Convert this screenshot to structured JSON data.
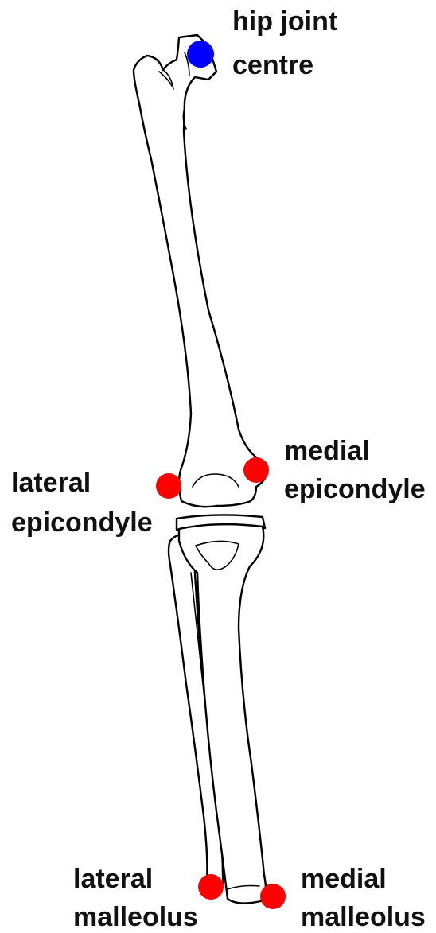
{
  "colors": {
    "hip_marker": "#0000ff",
    "landmark_marker": "#ff0000",
    "outline": "#000000",
    "text": "#111111"
  },
  "labels": {
    "hip_joint_centre": [
      "hip joint",
      "centre"
    ],
    "lateral_epicondyle": [
      "lateral",
      "epicondyle"
    ],
    "medial_epicondyle": [
      "medial",
      "epicondyle"
    ],
    "lateral_malleolus": [
      "lateral",
      "malleolus"
    ],
    "medial_malleolus": [
      "medial",
      "malleolus"
    ]
  }
}
